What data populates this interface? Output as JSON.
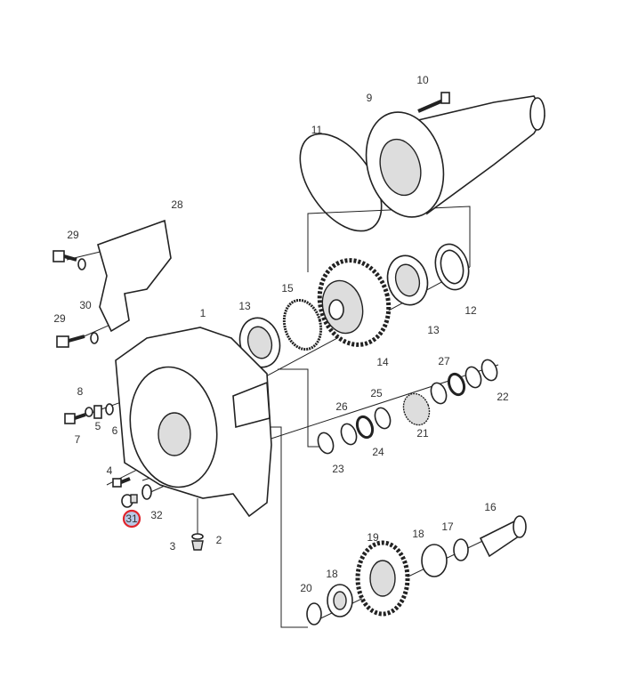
{
  "diagram": {
    "title": "Exploded parts view - final drive housing",
    "highlighted_part": "31",
    "highlight_color": "#e0242b",
    "labels": [
      "1",
      "2",
      "3",
      "4",
      "5",
      "6",
      "7",
      "8",
      "9",
      "10",
      "11",
      "12",
      "13",
      "13",
      "14",
      "15",
      "16",
      "17",
      "18",
      "18",
      "19",
      "20",
      "21",
      "22",
      "23",
      "24",
      "25",
      "26",
      "27",
      "28",
      "29",
      "29",
      "30",
      "31",
      "32"
    ]
  }
}
